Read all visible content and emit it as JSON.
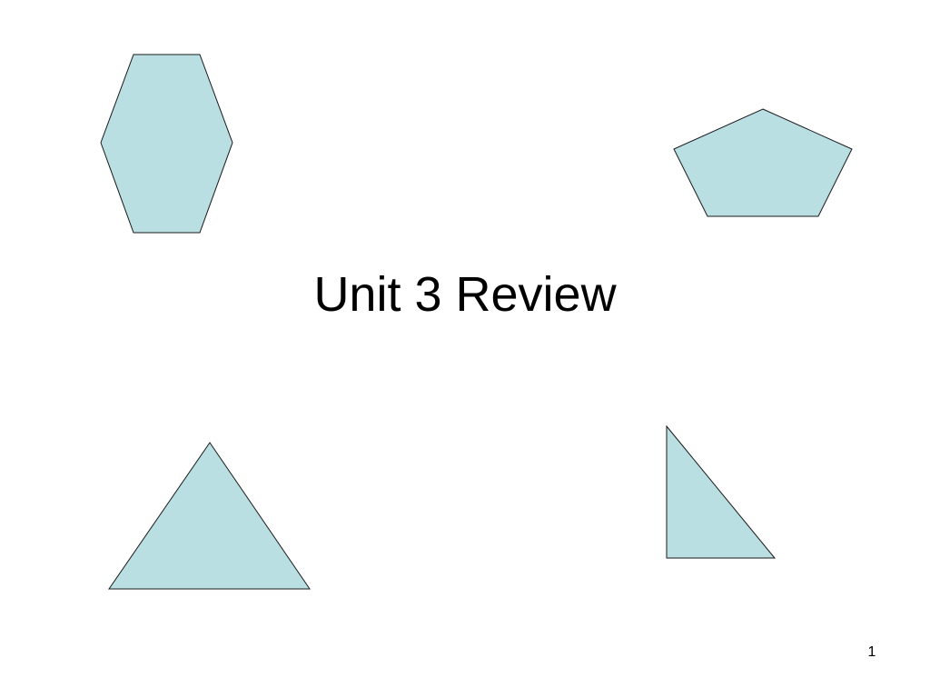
{
  "slide": {
    "title": "Unit 3 Review",
    "page_number": "1"
  },
  "shapes": {
    "fill_color": "#b9dfe3",
    "stroke_color": "#1a1a1a",
    "items": [
      "hexagon",
      "pentagon",
      "equilateral-triangle",
      "right-triangle"
    ]
  }
}
